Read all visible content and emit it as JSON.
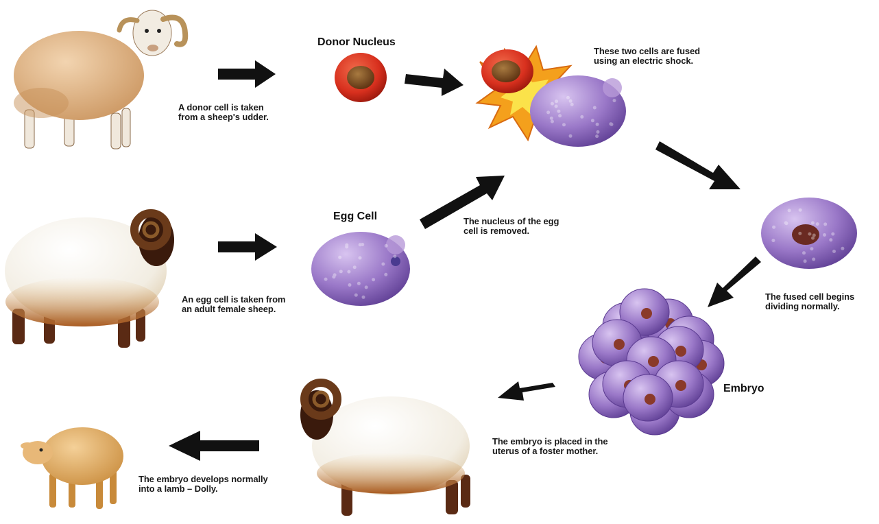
{
  "headings": {
    "donor_nucleus": "Donor Nucleus",
    "egg_cell": "Egg Cell",
    "embryo": "Embryo"
  },
  "captions": {
    "donor_cell": [
      "A donor cell is taken",
      "from a sheep's udder."
    ],
    "egg_cell": [
      "An egg cell is taken from",
      "an adult female sheep."
    ],
    "fused": [
      "These two cells are fused",
      "using an electric shock."
    ],
    "nucleus_removed": [
      "The nucleus of the egg",
      "cell is removed."
    ],
    "dividing": [
      "The fused cell begins",
      "dividing normally."
    ],
    "placed": [
      "The embryo is placed in the",
      "uterus of a foster mother."
    ],
    "develops": [
      "The embryo develops normally",
      "into a lamb – Dolly."
    ]
  },
  "colors": {
    "donor_cell_red": "#d8301e",
    "nucleus_brown": "#7a4a22",
    "egg_purple": "#9a78c8",
    "spark_orange": "#f4a01c",
    "spark_yellow": "#fbe24a",
    "arrow": "#111111",
    "wool_tan": "#d9b38a",
    "wool_white": "#f2ede2",
    "wool_rust": "#b26a2a",
    "horn_brown": "#6a3a1a",
    "lamb_tan": "#e0b070"
  }
}
